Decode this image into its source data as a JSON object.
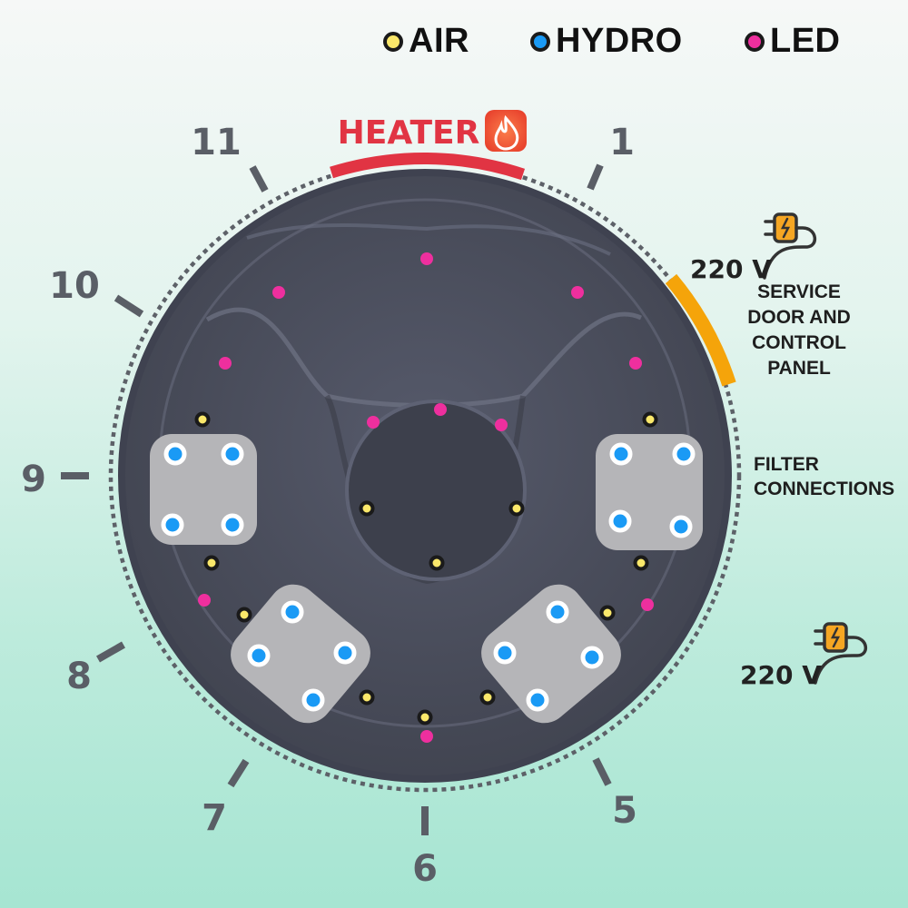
{
  "legend": [
    {
      "label": "AIR",
      "color": "#fbe86a"
    },
    {
      "label": "HYDRO",
      "color": "#1a9af5"
    },
    {
      "label": "LED",
      "color": "#ee2f9e"
    }
  ],
  "heater": {
    "label": "HEATER",
    "color": "#e13443"
  },
  "clock_labels": {
    "h1": "1",
    "h5": "5",
    "h6": "6",
    "h7": "7",
    "h8": "8",
    "h9": "9",
    "h10": "10",
    "h11": "11"
  },
  "service_panel": {
    "line1": "SERVICE",
    "line2": "DOOR AND",
    "line3": "CONTROL",
    "line4": "PANEL",
    "color": "#f5a40a"
  },
  "filter": {
    "line1": "FILTER",
    "line2": "CONNECTIONS"
  },
  "power": {
    "top_voltage": "220 V",
    "bottom_voltage": "220 V",
    "plug_color": "#f5a623"
  },
  "icons": [
    "fire-icon",
    "plug-icon"
  ],
  "colors": {
    "tub": "#4b4e5e",
    "jet_pad": "#b5b5b8"
  }
}
